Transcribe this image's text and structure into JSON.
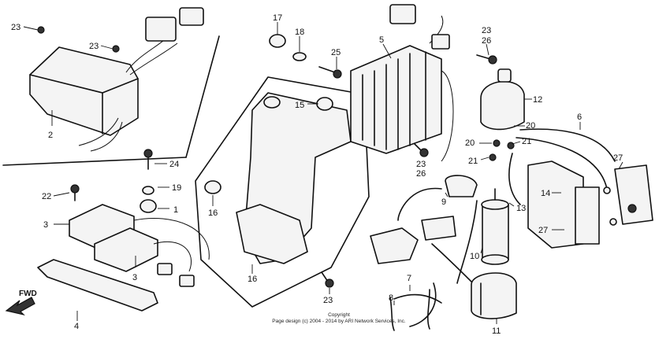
{
  "callouts": [
    {
      "id": "c1",
      "label": "23"
    },
    {
      "id": "c2",
      "label": "23"
    },
    {
      "id": "c3",
      "label": "2"
    },
    {
      "id": "c4",
      "label": "17"
    },
    {
      "id": "c5",
      "label": "18"
    },
    {
      "id": "c6",
      "label": "25"
    },
    {
      "id": "c7",
      "label": "5"
    },
    {
      "id": "c8",
      "label": "23"
    },
    {
      "id": "c9",
      "label": "26"
    },
    {
      "id": "c10",
      "label": "12"
    },
    {
      "id": "c11",
      "label": "15"
    },
    {
      "id": "c12",
      "label": "6"
    },
    {
      "id": "c13",
      "label": "20"
    },
    {
      "id": "c14",
      "label": "20"
    },
    {
      "id": "c15",
      "label": "21"
    },
    {
      "id": "c16",
      "label": "21"
    },
    {
      "id": "c17",
      "label": "23"
    },
    {
      "id": "c18",
      "label": "26"
    },
    {
      "id": "c19",
      "label": "24"
    },
    {
      "id": "c20",
      "label": "19"
    },
    {
      "id": "c21",
      "label": "22"
    },
    {
      "id": "c22",
      "label": "1"
    },
    {
      "id": "c23",
      "label": "3"
    },
    {
      "id": "c24",
      "label": "3"
    },
    {
      "id": "c25",
      "label": "16"
    },
    {
      "id": "c26",
      "label": "16"
    },
    {
      "id": "c27",
      "label": "9"
    },
    {
      "id": "c28",
      "label": "14"
    },
    {
      "id": "c29",
      "label": "13"
    },
    {
      "id": "c30",
      "label": "27"
    },
    {
      "id": "c31",
      "label": "27"
    },
    {
      "id": "c32",
      "label": "10"
    },
    {
      "id": "c33",
      "label": "7"
    },
    {
      "id": "c34",
      "label": "8"
    },
    {
      "id": "c35",
      "label": "4"
    },
    {
      "id": "c36",
      "label": "23"
    },
    {
      "id": "c37",
      "label": "11"
    }
  ],
  "direction_label": "FWD",
  "copyright_line1": "Copyright",
  "copyright_line2": "Page design (c) 2004 - 2014 by ARI Network Services, Inc."
}
